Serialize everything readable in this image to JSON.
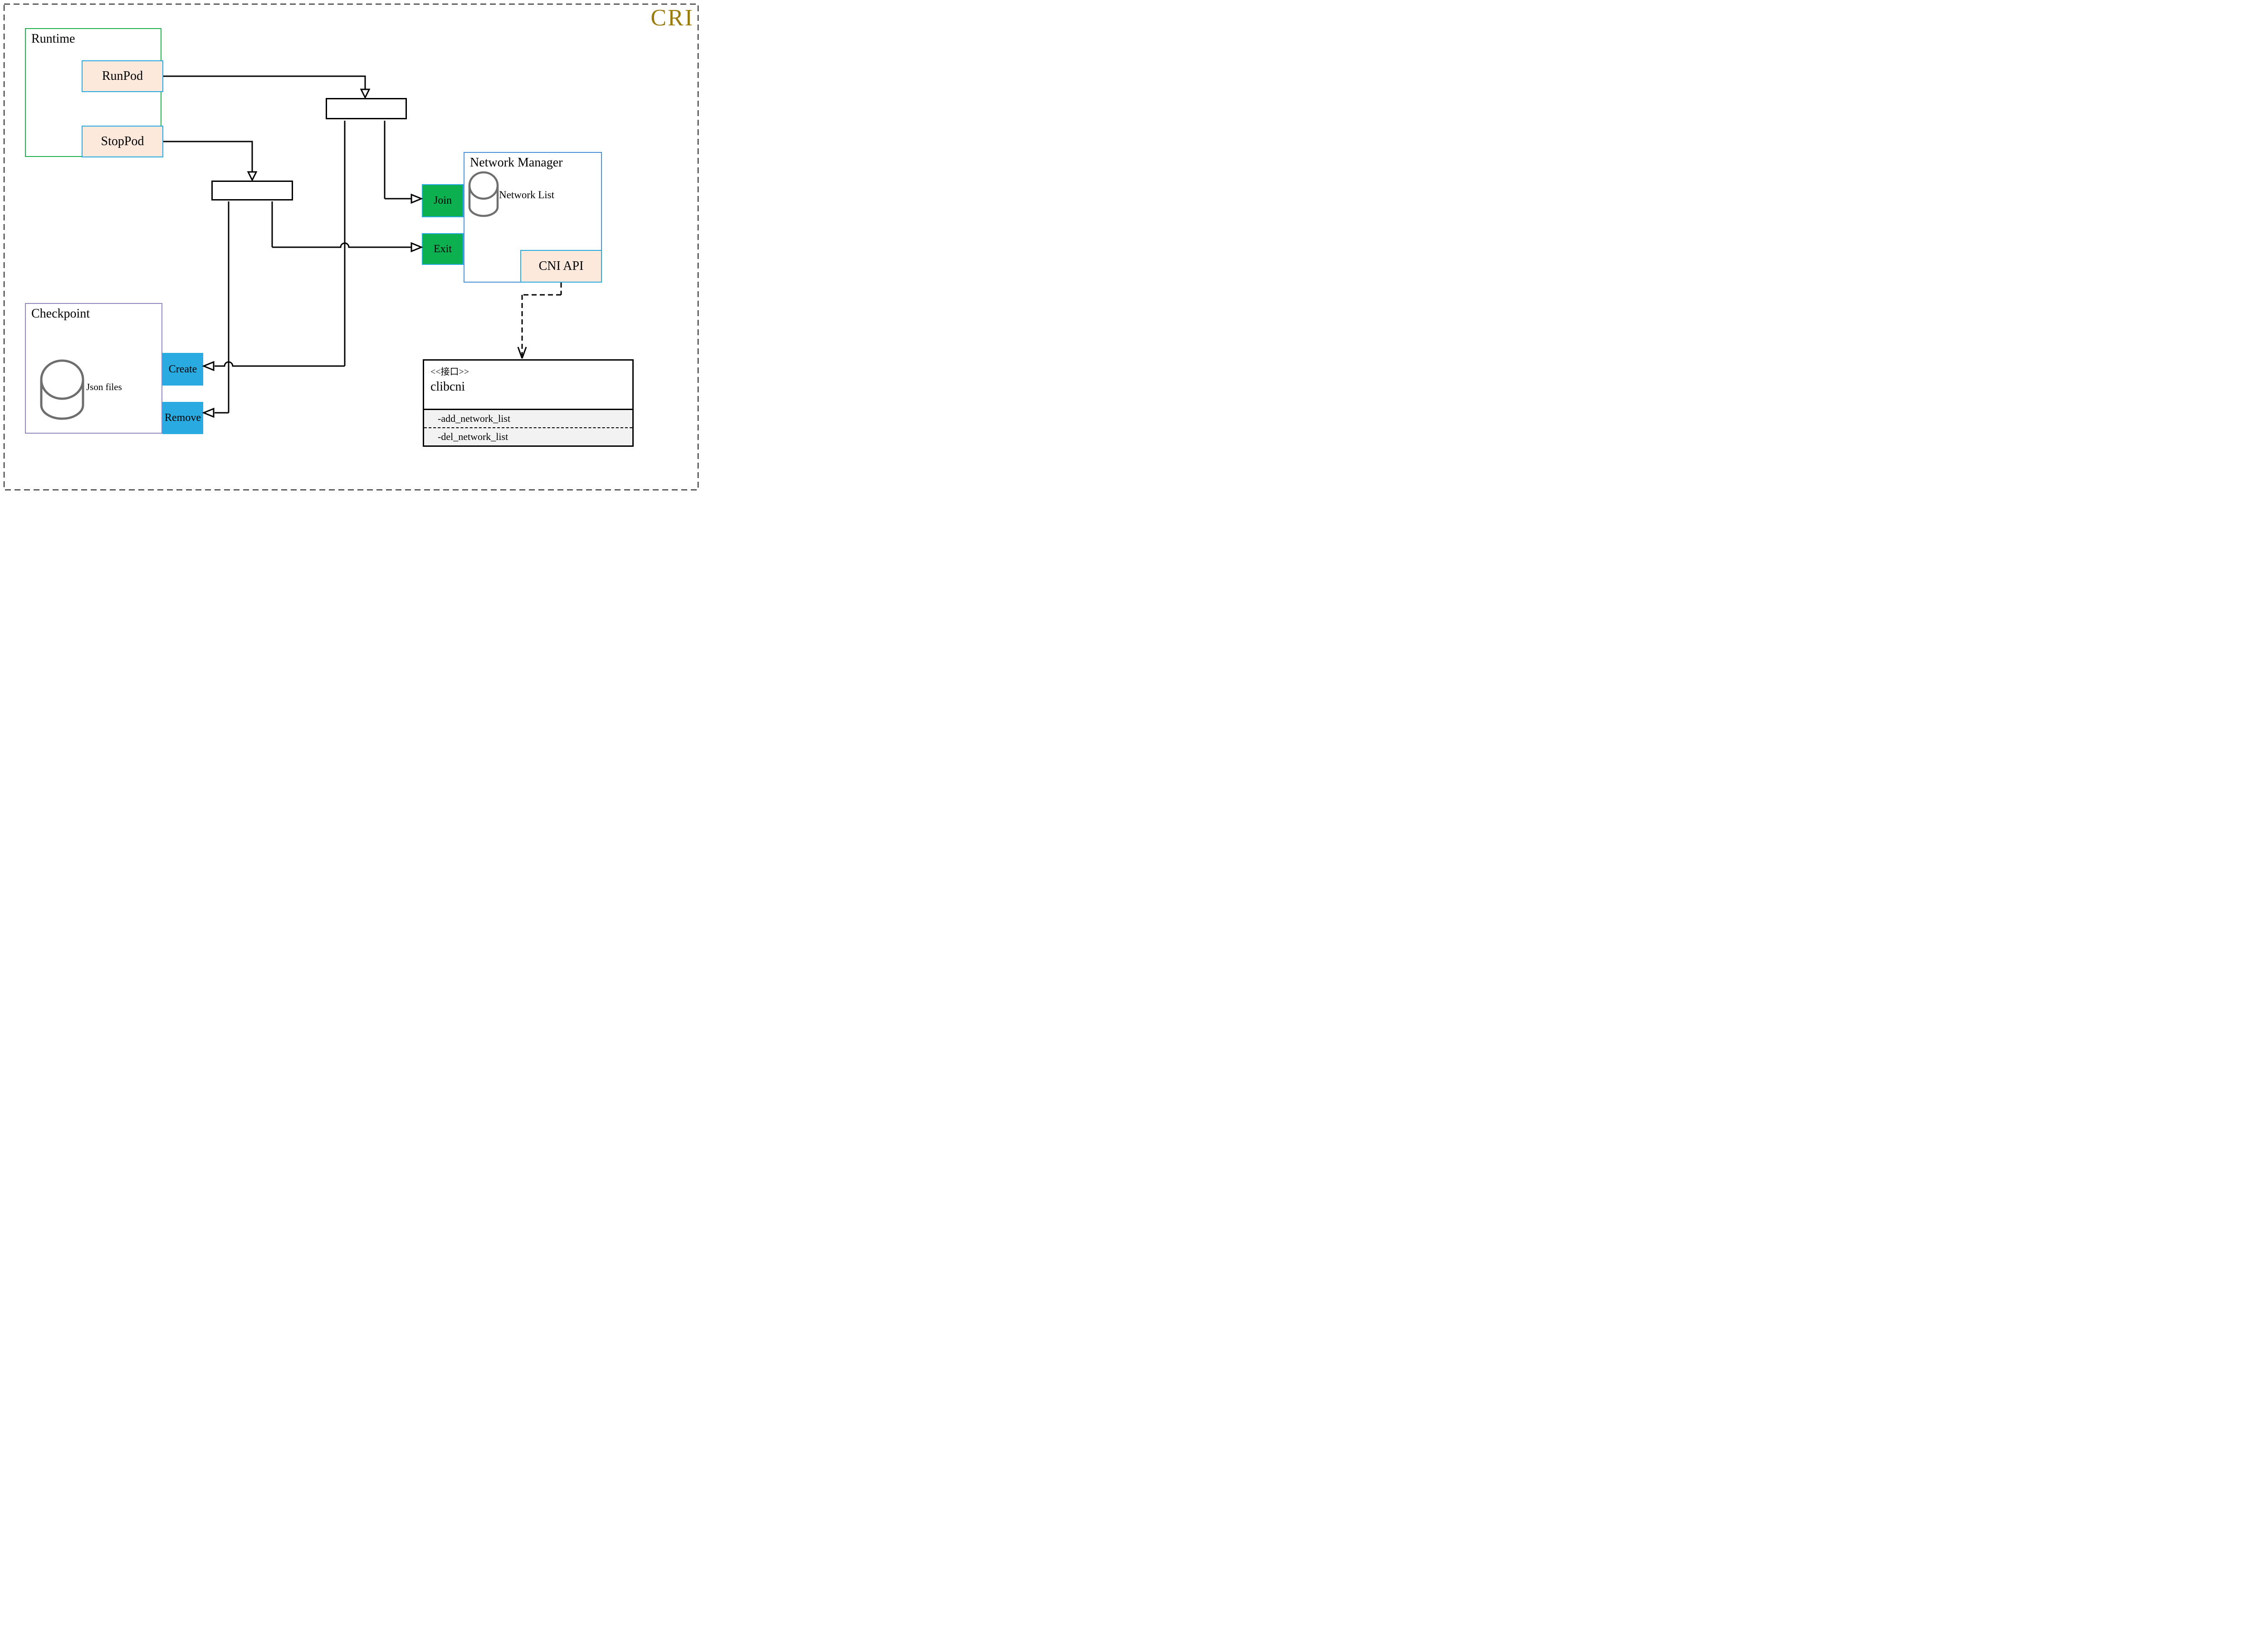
{
  "logo": {
    "text": "CRI",
    "color": "#9A7B0B"
  },
  "colors": {
    "runtime_border": "#22B14C",
    "network_manager_border": "#4A90D9",
    "checkpoint_border": "#9487BE",
    "api_fill": "#FCE9DC",
    "api_border": "#29ABE2",
    "action_green": "#0DB04E",
    "action_blue": "#29ABE2",
    "interface_section_fill": "#F2F2F2",
    "cylinder_stroke": "#6E6E6E",
    "line_color": "#000000"
  },
  "runtime": {
    "title": "Runtime",
    "runpod_label": "RunPod",
    "stoppod_label": "StopPod"
  },
  "network_manager": {
    "title": "Network Manager",
    "join_label": "Join",
    "exit_label": "Exit",
    "datastore_label": "Network List",
    "cni_api_label": "CNI API"
  },
  "checkpoint": {
    "title": "Checkpoint",
    "datastore_label": "Json files",
    "create_label": "Create",
    "remove_label": "Remove"
  },
  "interface_box": {
    "stereotype": "<<接口>>",
    "name": "clibcni",
    "methods": [
      "-add_network_list",
      "-del_network_list"
    ]
  }
}
